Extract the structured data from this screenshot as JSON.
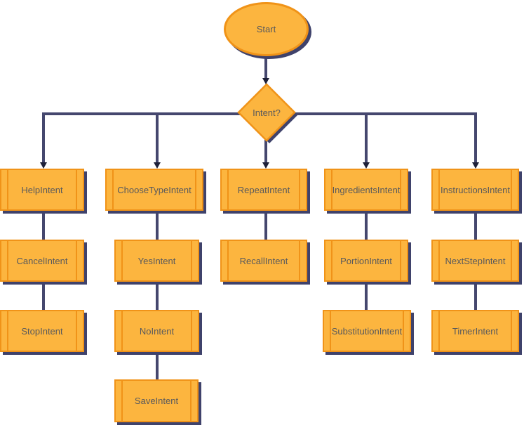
{
  "flowchart": {
    "nodes": {
      "start": {
        "label": "Start",
        "type": "terminator"
      },
      "intent": {
        "label": "Intent?",
        "type": "decision"
      },
      "help": {
        "label": "HelpIntent",
        "type": "process"
      },
      "cancel": {
        "label": "CancelIntent",
        "type": "process"
      },
      "stop": {
        "label": "StopIntent",
        "type": "process"
      },
      "choosetype": {
        "label": "ChooseTypeIntent",
        "type": "process"
      },
      "yes": {
        "label": "YesIntent",
        "type": "process"
      },
      "no": {
        "label": "NoIntent",
        "type": "process"
      },
      "save": {
        "label": "SaveIntent",
        "type": "process"
      },
      "repeat": {
        "label": "RepeatIntent",
        "type": "process"
      },
      "recall": {
        "label": "RecallIntent",
        "type": "process"
      },
      "ingredients": {
        "label": "IngredientsIntent",
        "type": "process"
      },
      "portion": {
        "label": "PortionIntent",
        "type": "process"
      },
      "substitution": {
        "label": "SubstitutionIntent",
        "type": "process"
      },
      "instructions": {
        "label": "InstructionsIntent",
        "type": "process"
      },
      "nextstep": {
        "label": "NextStepIntent",
        "type": "process"
      },
      "timer": {
        "label": "TimerIntent",
        "type": "process"
      }
    },
    "edges": [
      {
        "from": "start",
        "to": "intent",
        "arrowhead": true
      },
      {
        "from": "intent",
        "to": "help",
        "arrowhead": true
      },
      {
        "from": "intent",
        "to": "choosetype",
        "arrowhead": true
      },
      {
        "from": "intent",
        "to": "repeat",
        "arrowhead": true
      },
      {
        "from": "intent",
        "to": "ingredients",
        "arrowhead": true
      },
      {
        "from": "intent",
        "to": "instructions",
        "arrowhead": true
      },
      {
        "from": "help",
        "to": "cancel",
        "arrowhead": false
      },
      {
        "from": "cancel",
        "to": "stop",
        "arrowhead": false
      },
      {
        "from": "choosetype",
        "to": "yes",
        "arrowhead": false
      },
      {
        "from": "yes",
        "to": "no",
        "arrowhead": false
      },
      {
        "from": "no",
        "to": "save",
        "arrowhead": false
      },
      {
        "from": "repeat",
        "to": "recall",
        "arrowhead": false
      },
      {
        "from": "ingredients",
        "to": "portion",
        "arrowhead": false
      },
      {
        "from": "portion",
        "to": "substitution",
        "arrowhead": false
      },
      {
        "from": "instructions",
        "to": "nextstep",
        "arrowhead": false
      },
      {
        "from": "nextstep",
        "to": "timer",
        "arrowhead": false
      }
    ],
    "colors": {
      "shape_fill": "#FCB53F",
      "shape_border": "#F09318",
      "shadow": "#3F426B",
      "connector": "#45476E",
      "arrowhead": "#1E2038",
      "label_text": "#58595C",
      "background": "#FFFFFF"
    }
  }
}
